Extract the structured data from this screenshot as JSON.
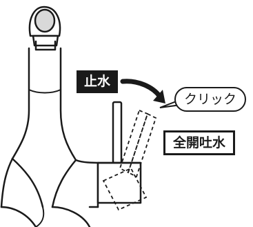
{
  "labels": {
    "stop_water": "止水",
    "click": "クリック",
    "full_open": "全開吐水"
  },
  "colors": {
    "ink": "#1a1a1a",
    "gray_fill": "#d9d9d9",
    "background": "#ffffff"
  },
  "icons": {
    "arrow": "curved-arrow-icon"
  }
}
